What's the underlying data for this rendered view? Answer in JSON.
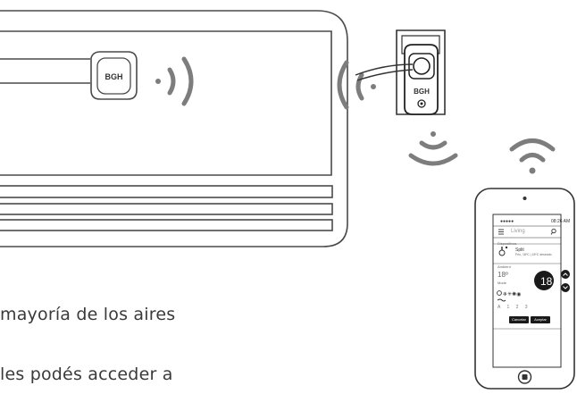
{
  "caption": {
    "line1": "mayoría de los aires",
    "line2": "les podés acceder a"
  },
  "device": {
    "brand": "BGH"
  },
  "phone": {
    "carrier": "●●●●●",
    "time": "08:26 AM",
    "room": "Living",
    "section": "Dispositivos",
    "device_name": "Split",
    "device_sub": "Frio, 18ºC | 18ºC deseado",
    "ambient_label": "Ambient",
    "ambient_value": "18º",
    "mode_label": "Mode",
    "fan_levels": "A 1 2 3",
    "target_temp": "18",
    "cancel_label": "Cancelar",
    "accept_label": "Aceptar"
  },
  "colors": {
    "line": "#4a4a4a",
    "wave": "#7d7d7d",
    "wave_dark": "#555555"
  }
}
